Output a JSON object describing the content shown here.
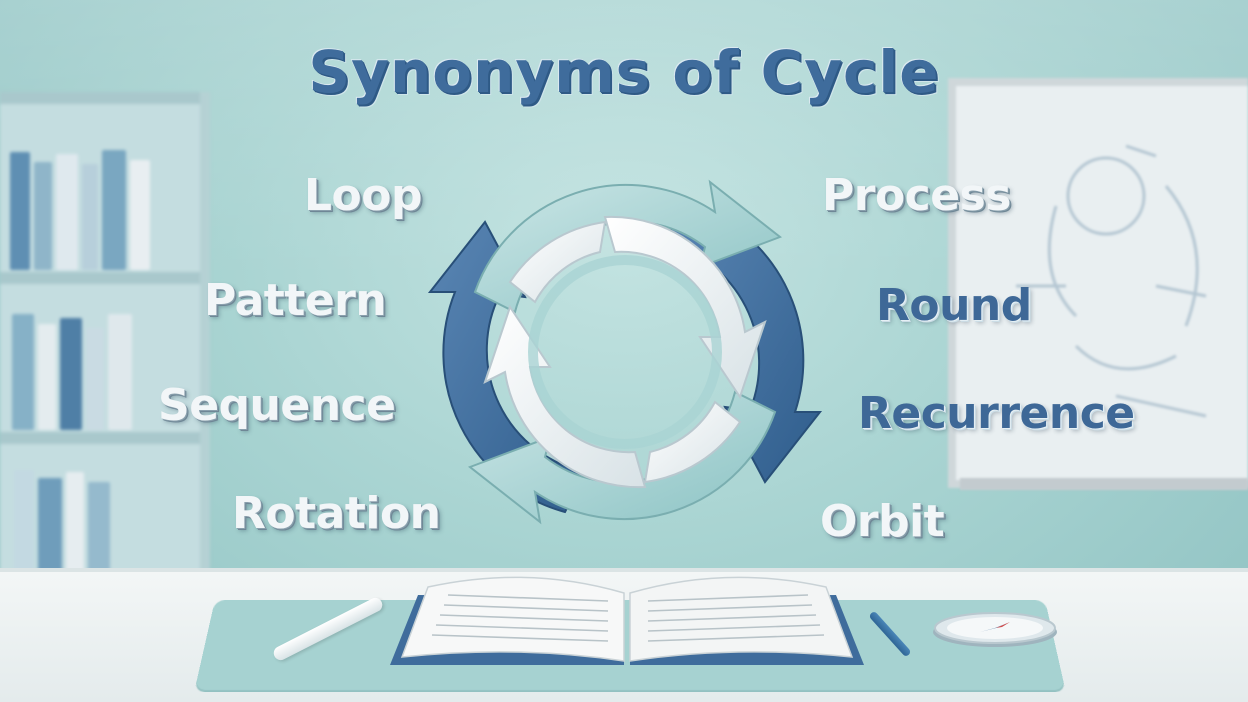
{
  "title": "Synonyms of Cycle",
  "left_words": [
    "Loop",
    "Pattern",
    "Sequence",
    "Rotation"
  ],
  "right_words": [
    "Process",
    "Round",
    "Recurrence",
    "Orbit"
  ],
  "colors": {
    "dark_blue": "#3e6897",
    "light_teal": "#a6d2d1",
    "white": "#f2f6f8",
    "background": "#a9d4d2"
  },
  "icons": [
    "cycle-arrows-icon",
    "open-book-icon",
    "pen-icon",
    "pencil-icon",
    "compass-icon"
  ]
}
